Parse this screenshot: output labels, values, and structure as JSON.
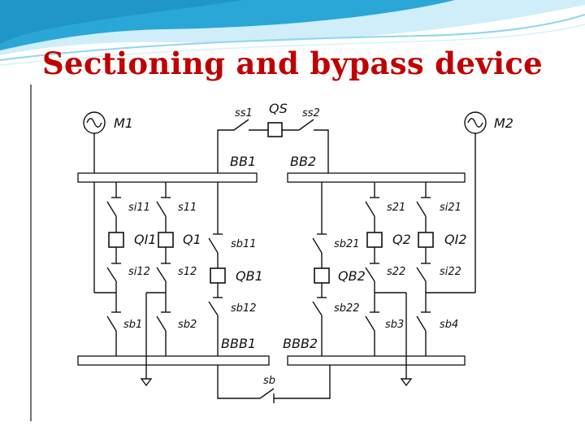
{
  "title": "Sectioning and bypass device",
  "colors": {
    "title": "#c00000",
    "wave_primary": "#2aa7d6",
    "wave_light": "#a9def2"
  },
  "diagram": {
    "motors": {
      "m1": "M1",
      "m2": "M2"
    },
    "top_tie": {
      "qs": "QS",
      "ss1": "ss1",
      "ss2": "ss2"
    },
    "buses": {
      "bb1": "BB1",
      "bb2": "BB2",
      "bbb1": "BBB1",
      "bbb2": "BBB2"
    },
    "left": {
      "si11": "si11",
      "s11": "s11",
      "qi1": "QI1",
      "q1": "Q1",
      "si12": "si12",
      "s12": "s12",
      "sb11": "sb11",
      "qb1": "QB1",
      "sb12": "sb12",
      "sb1": "sb1",
      "sb2": "sb2"
    },
    "right": {
      "s21": "s21",
      "si21": "si21",
      "q2": "Q2",
      "qi2": "QI2",
      "s22": "s22",
      "si22": "si22",
      "sb21": "sb21",
      "qb2": "QB2",
      "sb22": "sb22",
      "sb3": "sb3",
      "sb4": "sb4"
    },
    "bottom_tie": {
      "sb": "sb"
    }
  }
}
